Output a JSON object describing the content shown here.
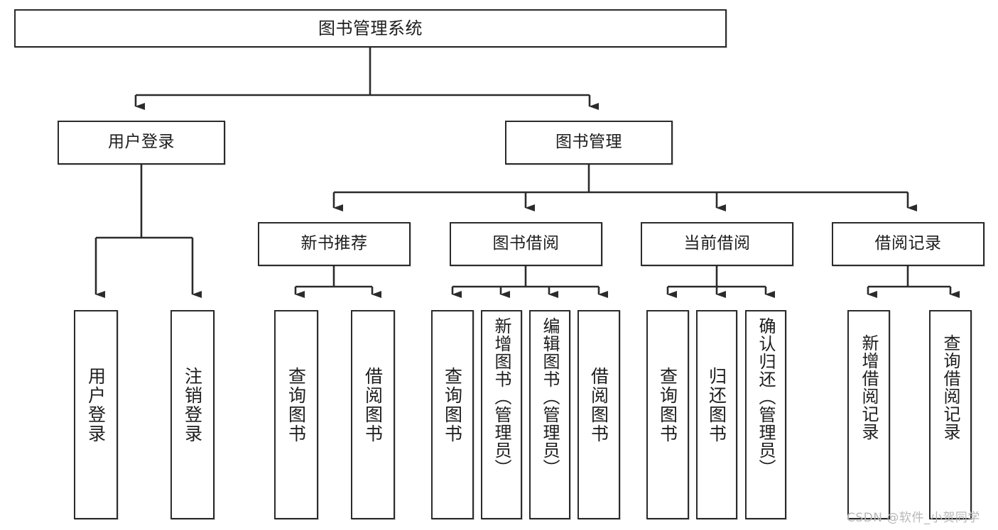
{
  "diagram": {
    "title_node": {
      "label": "图书管理系统"
    },
    "level2": [
      {
        "id": "user-login",
        "label": "用户登录"
      },
      {
        "id": "book-management",
        "label": "图书管理"
      }
    ],
    "level3": [
      {
        "id": "new-book-recommend",
        "label": "新书推荐"
      },
      {
        "id": "book-borrow",
        "label": "图书借阅"
      },
      {
        "id": "current-borrow",
        "label": "当前借阅"
      },
      {
        "id": "borrow-record",
        "label": "借阅记录"
      }
    ],
    "leaves": [
      {
        "id": "leaf-user-login",
        "label": "用户登录"
      },
      {
        "id": "leaf-logout-login",
        "label": "注销登录"
      },
      {
        "id": "leaf-query-book-1",
        "label": "查询图书"
      },
      {
        "id": "leaf-borrow-book-1",
        "label": "借阅图书"
      },
      {
        "id": "leaf-query-book-2",
        "label": "查询图书"
      },
      {
        "id": "leaf-add-book",
        "label": "新增图书（管理员）"
      },
      {
        "id": "leaf-edit-book",
        "label": "编辑图书（管理员）"
      },
      {
        "id": "leaf-borrow-book-2",
        "label": "借阅图书"
      },
      {
        "id": "leaf-query-book-3",
        "label": "查询图书"
      },
      {
        "id": "leaf-return-book",
        "label": "归还图书"
      },
      {
        "id": "leaf-confirm-return",
        "label": "确认归还（管理员）"
      },
      {
        "id": "leaf-add-record",
        "label": "新增借阅记录"
      },
      {
        "id": "leaf-query-record",
        "label": "查询借阅记录"
      }
    ],
    "watermark": "CSDN @软件_小贺同学",
    "colors": {
      "stroke": "#2b2b2b",
      "fill": "#ffffff",
      "text": "#1d1d1d",
      "watermark": "#b8b8b8"
    }
  }
}
